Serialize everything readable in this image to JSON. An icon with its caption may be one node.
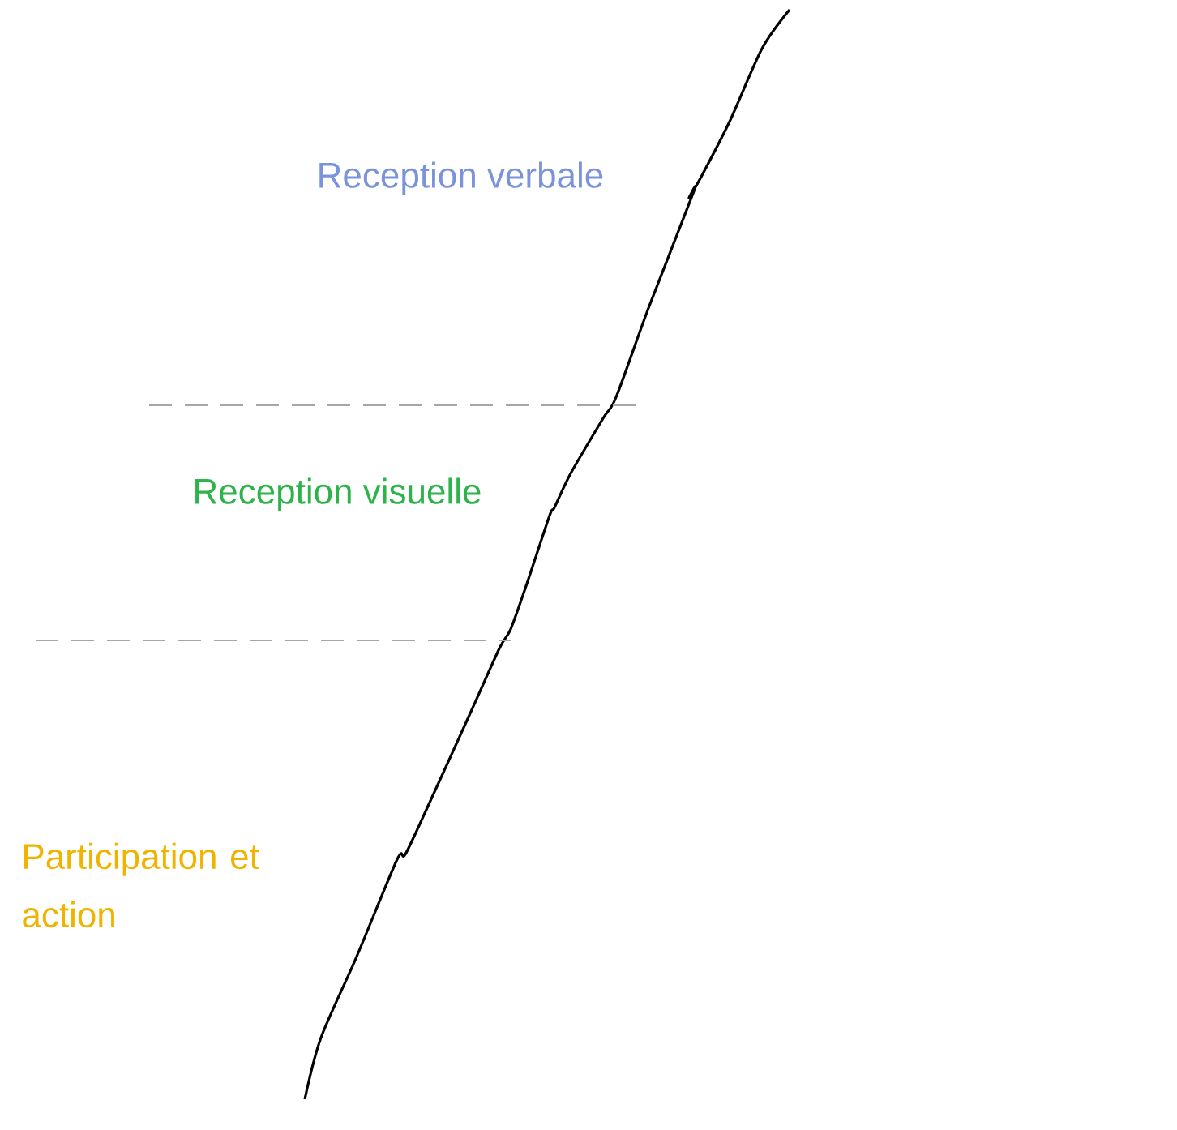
{
  "diagram": {
    "labels": [
      "Reception verbale",
      "Reception visuelle",
      "Participation et action"
    ]
  }
}
